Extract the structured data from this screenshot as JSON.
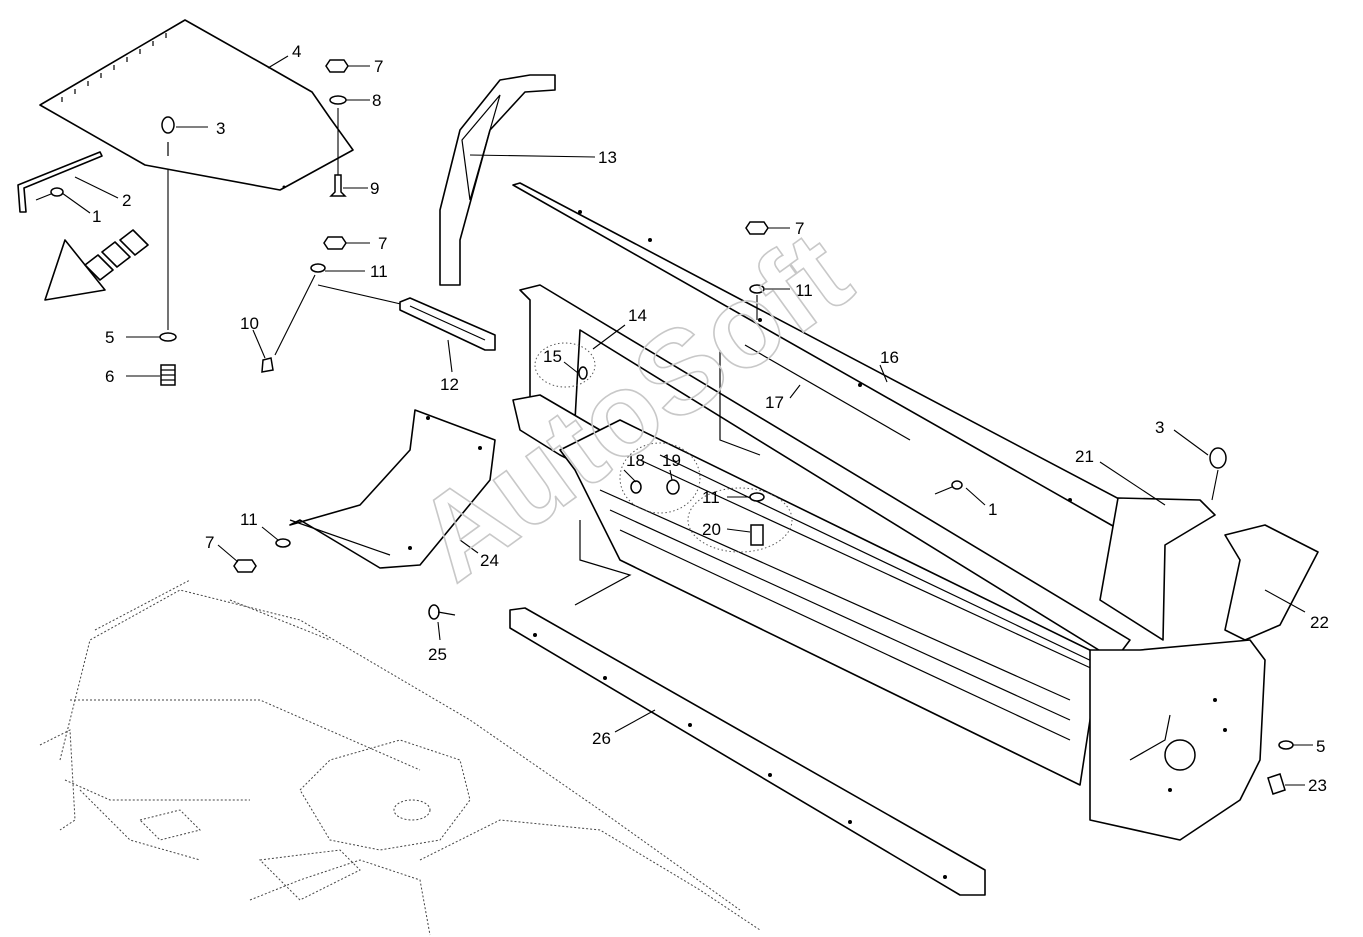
{
  "watermark": "AutoSoft",
  "callouts": {
    "c1a": "1",
    "c2": "2",
    "c3a": "3",
    "c4": "4",
    "c5a": "5",
    "c6": "6",
    "c7a": "7",
    "c8": "8",
    "c9": "9",
    "c7b": "7",
    "c11a": "11",
    "c10": "10",
    "c12": "12",
    "c13": "13",
    "c14": "14",
    "c15": "15",
    "c7c": "7",
    "c11b": "11",
    "c16": "16",
    "c17": "17",
    "c18": "18",
    "c19": "19",
    "c11c": "11",
    "c20": "20",
    "c1b": "1",
    "c3b": "3",
    "c21": "21",
    "c22": "22",
    "c11d": "11",
    "c7d": "7",
    "c24": "24",
    "c25": "25",
    "c26": "26",
    "c5b": "5",
    "c23": "23"
  }
}
